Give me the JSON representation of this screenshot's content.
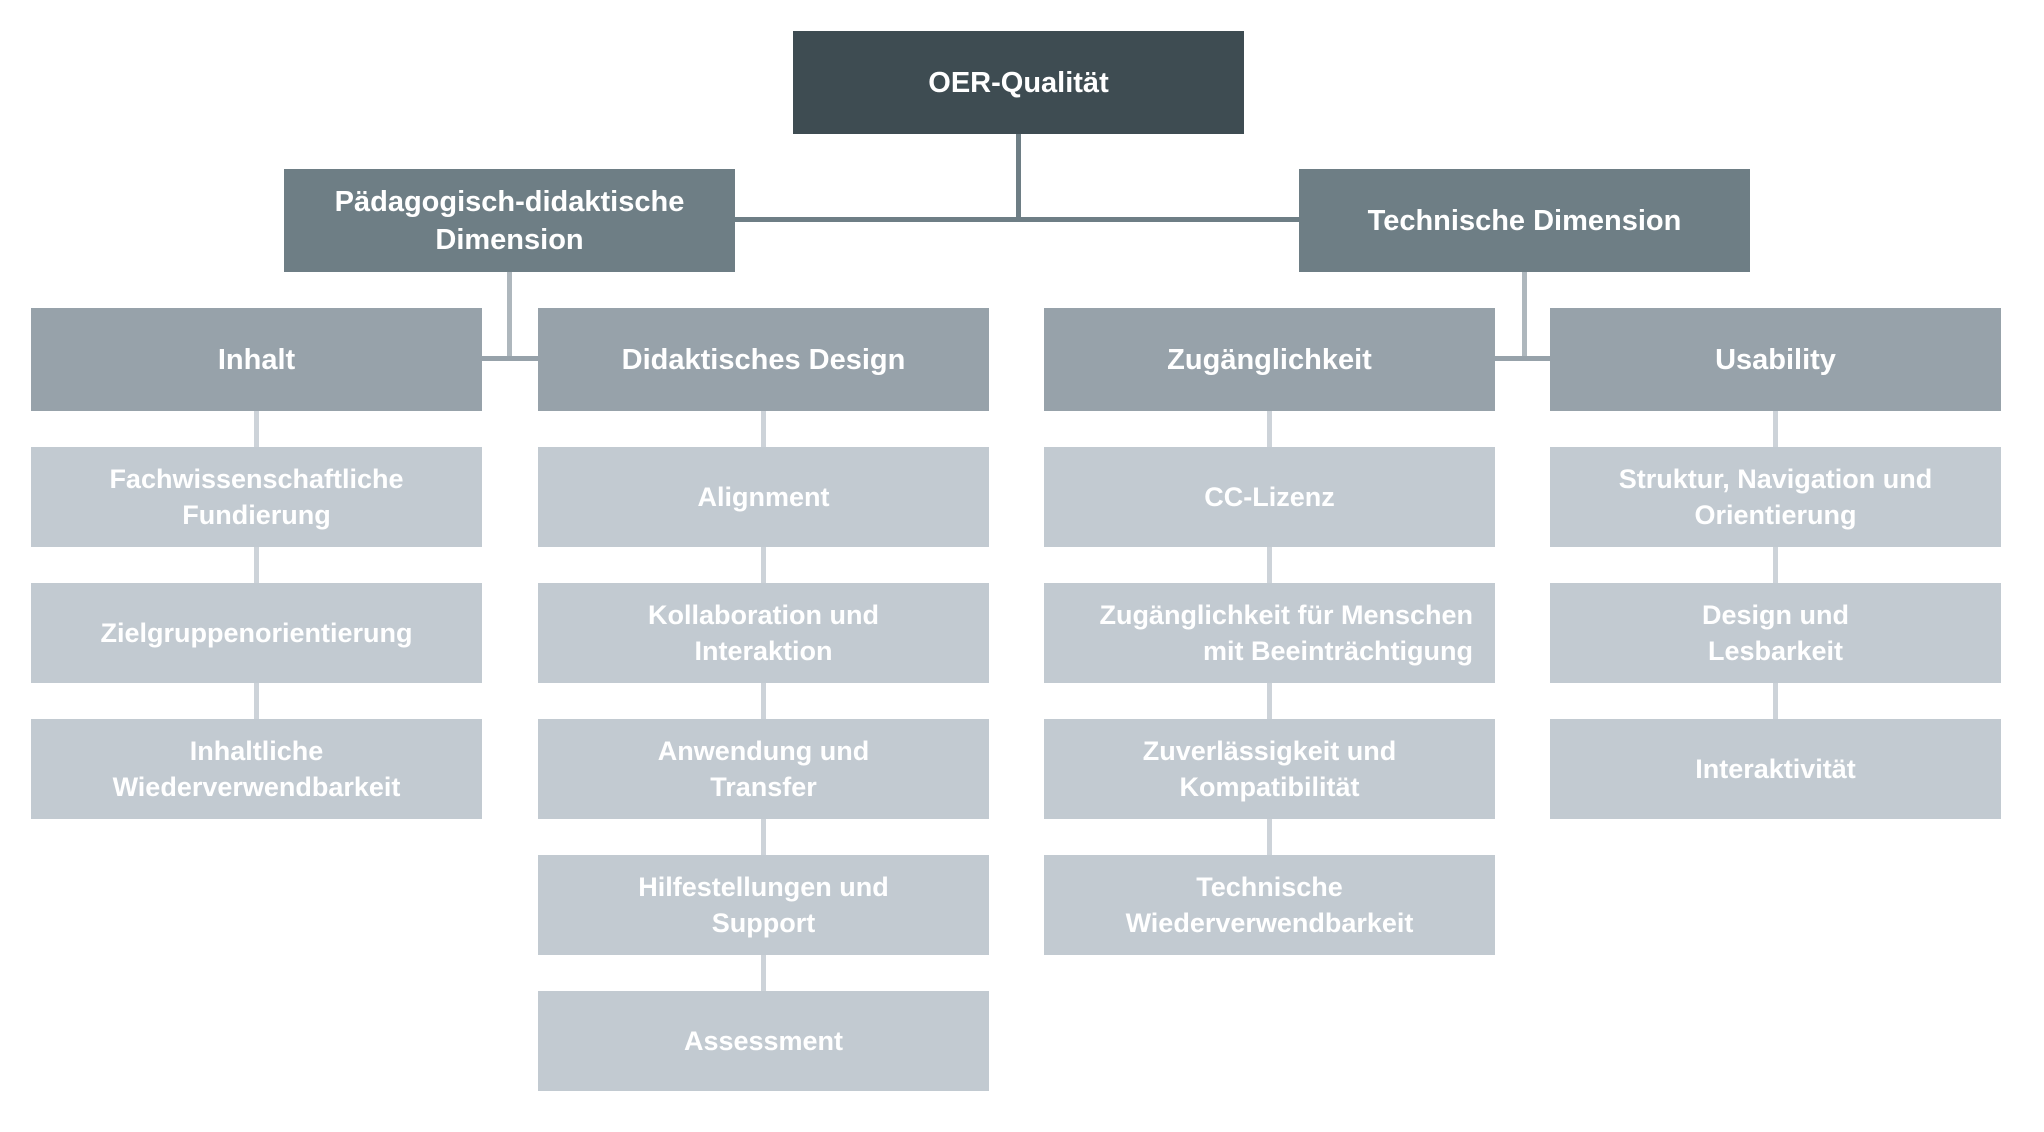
{
  "tree": {
    "root": "OER-Qualität",
    "branches": [
      {
        "label": "Pädagogisch-didaktische\nDimension",
        "columns": [
          {
            "header": "Inhalt",
            "items": [
              "Fachwissenschaftliche\nFundierung",
              "Zielgruppenorientierung",
              "Inhaltliche\nWiederverwendbarkeit"
            ]
          },
          {
            "header": "Didaktisches Design",
            "items": [
              "Alignment",
              "Kollaboration und\nInteraktion",
              "Anwendung und\nTransfer",
              "Hilfestellungen und\nSupport",
              "Assessment"
            ]
          }
        ]
      },
      {
        "label": "Technische Dimension",
        "columns": [
          {
            "header": "Zugänglichkeit",
            "items": [
              "CC-Lizenz",
              "Zugänglichkeit für Menschen\nmit Beeinträchtigung",
              "Zuverlässigkeit und\nKompatibilität",
              "Technische\nWiederverwendbarkeit"
            ]
          },
          {
            "header": "Usability",
            "items": [
              "Struktur, Navigation und\nOrientierung",
              "Design und\nLesbarkeit",
              "Interaktivität"
            ]
          }
        ]
      }
    ]
  },
  "colors": {
    "level1_bg": "#3E4C52",
    "level2_bg": "#6E7E85",
    "level3_bg": "#97A2AA",
    "item_bg": "#C2CAD1",
    "text": "#FFFFFF",
    "connector_dark": "#6E7E85",
    "connector_mid": "#97A2AA",
    "connector_soft": "#AEB7BD",
    "connector_light": "#CDD3D9"
  }
}
